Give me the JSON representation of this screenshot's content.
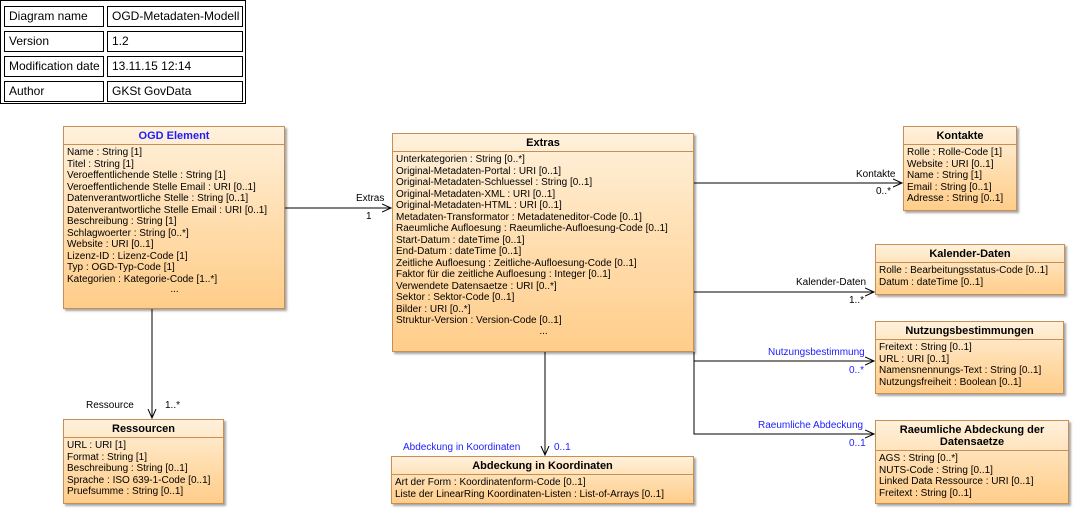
{
  "info": [
    {
      "key": "Diagram name",
      "value": "OGD-Metadaten-Modell"
    },
    {
      "key": "Version",
      "value": "1.2"
    },
    {
      "key": "Modification date",
      "value": "13.11.15 12:14"
    },
    {
      "key": "Author",
      "value": "GKSt GovData"
    }
  ],
  "classes": {
    "ogd": {
      "name": "OGD Element",
      "attrs": [
        "Name : String [1]",
        "Titel : String [1]",
        "Veroeffentlichende Stelle : String [1]",
        "Veroeffentlichende Stelle Email : URI [0..1]",
        "Datenverantwortliche Stelle : String [0..1]",
        "Datenverantwortliche Stelle Email : URI [0..1]",
        "Beschreibung : String [1]",
        "Schlagwoerter : String [0..*]",
        "Website : URI [0..1]",
        "Lizenz-ID : Lizenz-Code [1]",
        "Typ : OGD-Typ-Code [1]",
        "Kategorien : Kategorie-Code [1..*]"
      ],
      "more": "..."
    },
    "extras": {
      "name": "Extras",
      "attrs": [
        "Unterkategorien : String [0..*]",
        "Original-Metadaten-Portal : URI [0..1]",
        "Original-Metadaten-Schluessel : String [0..1]",
        "Original-Metadaten-XML : URI [0..1]",
        "Original-Metadaten-HTML : URI [0..1]",
        "Metadaten-Transformator : Metadateneditor-Code [0..1]",
        "Raeumliche Aufloesung : Raeumliche-Aufloesung-Code [0..1]",
        "Start-Datum : dateTime [0..1]",
        "End-Datum : dateTime [0..1]",
        "Zeitliche Aufloesung : Zeitliche-Aufloesung-Code [0..1]",
        "Faktor für die zeitliche Aufloesung : Integer [0..1]",
        "Verwendete Datensaetze : URI [0..*]",
        "Sektor : Sektor-Code [0..1]",
        "Bilder : URI [0..*]",
        "Struktur-Version : Version-Code [0..1]"
      ],
      "more": "..."
    },
    "kontakte": {
      "name": "Kontakte",
      "attrs": [
        "Rolle : Rolle-Code [1]",
        "Website : URI [0..1]",
        "Name : String [1]",
        "Email : String [0..1]",
        "Adresse : String [0..1]"
      ]
    },
    "kalender": {
      "name": "Kalender-Daten",
      "attrs": [
        "Rolle : Bearbeitungsstatus-Code [0..1]",
        "Datum : dateTime [0..1]"
      ]
    },
    "nutzung": {
      "name": "Nutzungsbestimmungen",
      "attrs": [
        "Freitext : String [0..1]",
        "URL : URI [0..1]",
        "Namensnennungs-Text : String [0..1]",
        "Nutzungsfreiheit : Boolean [0..1]"
      ]
    },
    "raeumlich": {
      "name": "Raeumliche Abdeckung der Datensaetze",
      "attrs": [
        "AGS : String [0..*]",
        "NUTS-Code : String [0..1]",
        "Linked Data Ressource : URI [0..1]",
        "Freitext : String [0..1]"
      ]
    },
    "ressourcen": {
      "name": "Ressourcen",
      "attrs": [
        "URL : URI [1]",
        "Format : String [1]",
        "Beschreibung : String [0..1]",
        "Sprache : ISO 639-1-Code [0..1]",
        "Pruefsumme : String [0..1]"
      ]
    },
    "koordinaten": {
      "name": "Abdeckung in Koordinaten",
      "attrs": [
        "Art der Form : Koordinatenform-Code [0..1]",
        "Liste der LinearRing Koordinaten-Listen : List-of-Arrays [0..1]"
      ]
    }
  },
  "associations": {
    "extras": {
      "role": "Extras",
      "mult": "1"
    },
    "kontakte": {
      "role": "Kontakte",
      "mult": "0..*"
    },
    "kalender": {
      "role": "Kalender-Daten",
      "mult": "1..*"
    },
    "nutzung": {
      "role": "Nutzungsbestimmung",
      "mult": "0..*"
    },
    "raeumlich": {
      "role": "Raeumliche Abdeckung",
      "mult": "0..1"
    },
    "ressourcen": {
      "role": "Ressource",
      "mult": "1..*"
    },
    "koordinaten": {
      "role": "Abdeckung in Koordinaten",
      "mult": "0..1"
    }
  },
  "colors": {
    "accent_blue": "#1c1cff",
    "class_fill": "#ffdcab",
    "class_border": "#c98f52"
  }
}
